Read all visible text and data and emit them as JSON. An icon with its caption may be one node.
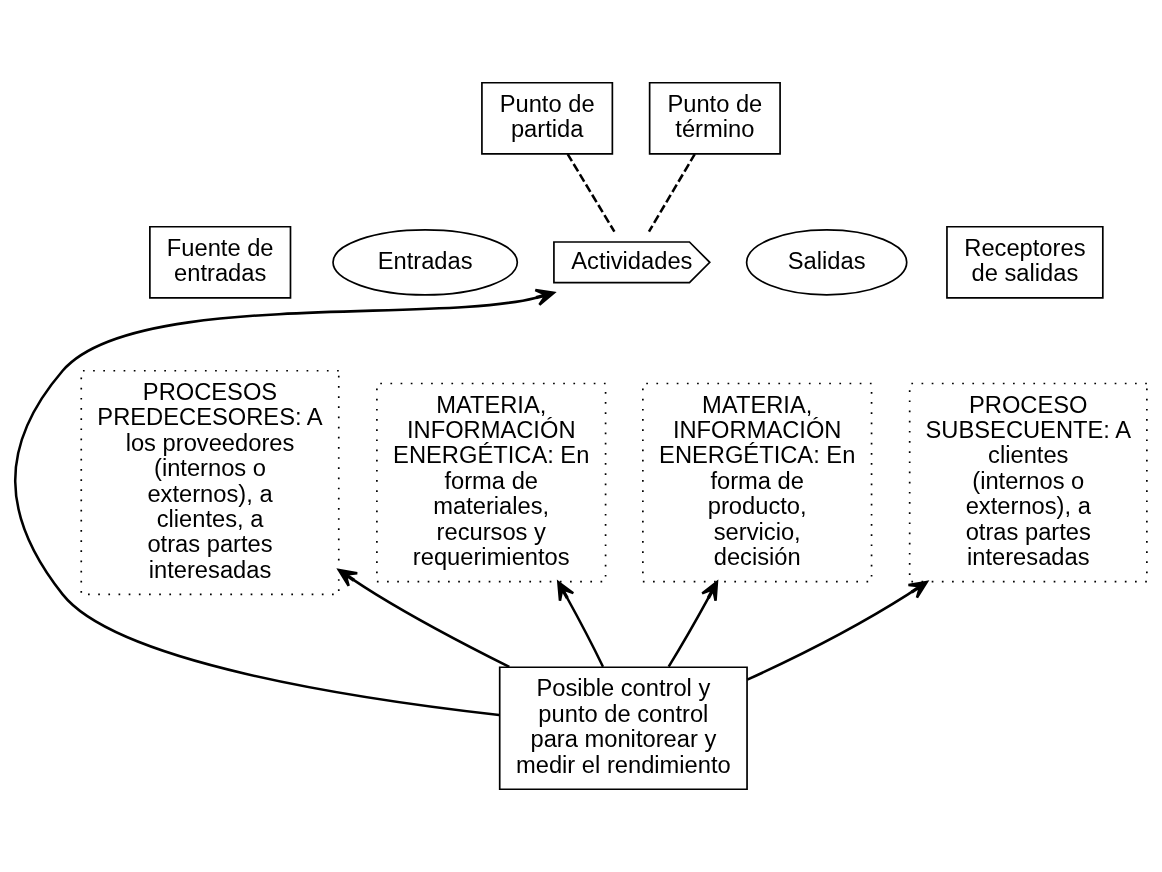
{
  "diagram": {
    "nodes": [
      {
        "text": [
          "Punto de partida"
        ]
      },
      {
        "text": [
          "Punto de término"
        ]
      },
      {
        "text": [
          "Fuente de entradas"
        ]
      },
      {
        "text": [
          "Entradas"
        ]
      },
      {
        "text": [
          "Actividades"
        ]
      },
      {
        "text": [
          "Salidas"
        ]
      },
      {
        "text": [
          "Receptores de salidas"
        ]
      },
      {
        "text": [
          "PROCESOS PREDECESORES: A los proveedores (internos o externos), a clientes, a otras partes interesadas"
        ]
      },
      {
        "text": [
          "MATERIA, INFORMACIÓN ENERGÉTICA: En forma de materiales, recursos y requerimientos"
        ]
      },
      {
        "text": [
          "MATERIA, INFORMACIÓN ENERGÉTICA: En forma de producto, servicio, decisión"
        ]
      },
      {
        "text": [
          "PROCESO SUBSECUENTE: A clientes (internos o externos), a otras partes interesadas"
        ]
      },
      {
        "text": [
          "Posible control y punto de control para monitorear y medir el rendimiento"
        ]
      }
    ],
    "edges": [
      {
        "from": 0,
        "to": 4,
        "arrow": "none",
        "style": "dashed"
      },
      {
        "from": 1,
        "to": 4,
        "arrow": "none",
        "style": "dashed"
      },
      {
        "from": 11,
        "to": 4,
        "arrow": "to"
      },
      {
        "from": 11,
        "to": 7,
        "arrow": "to"
      },
      {
        "from": 11,
        "to": 8,
        "arrow": "to"
      },
      {
        "from": 11,
        "to": 9,
        "arrow": "to"
      },
      {
        "from": 11,
        "to": 10,
        "arrow": "to"
      }
    ]
  }
}
